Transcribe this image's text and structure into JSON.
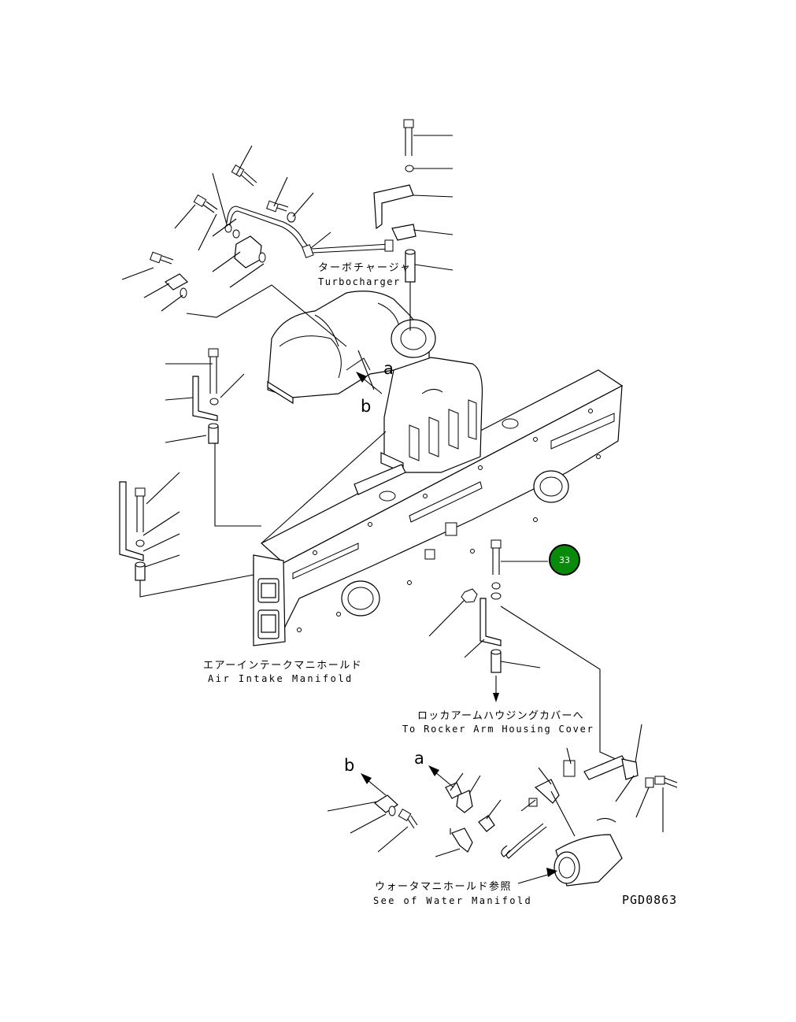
{
  "labels": {
    "turbocharger_jp": "ターボチャージャ",
    "turbocharger_en": "Turbocharger",
    "air_intake_jp": "エアーインテークマニホールド",
    "air_intake_en": "Air Intake Manifold",
    "rocker_jp": "ロッカアームハウジングカバーへ",
    "rocker_en": "To Rocker Arm Housing Cover",
    "water_jp": "ウォータマニホールド参照",
    "water_en": "See of Water Manifold",
    "drawing_code": "PGD0863",
    "ref_a_top": "a",
    "ref_b_top": "b",
    "ref_a_bottom": "a",
    "ref_b_bottom": "b"
  },
  "callout": {
    "number": "33",
    "color": "#0a8a0a"
  }
}
